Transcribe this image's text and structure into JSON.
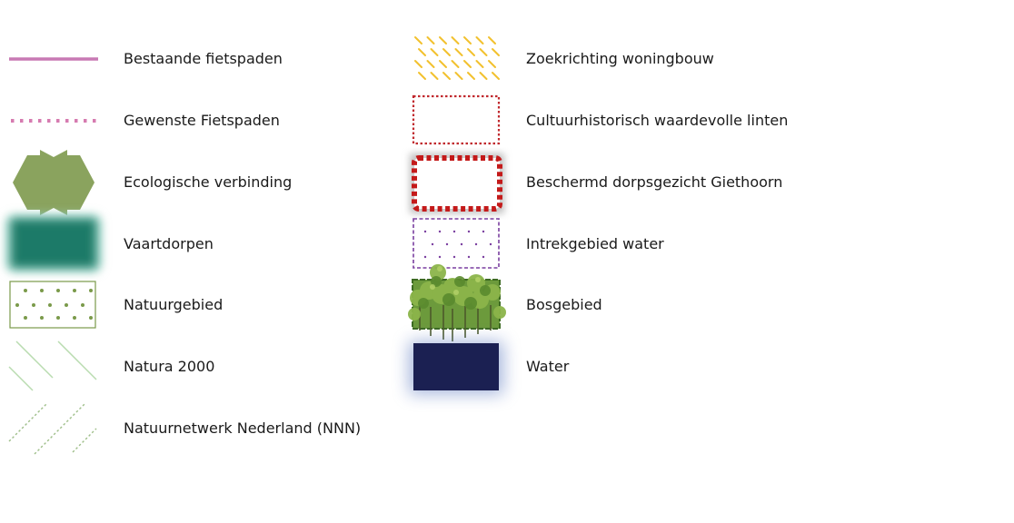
{
  "legend": {
    "left": [
      {
        "key": "bestaande_fietspaden",
        "label": "Bestaande fietspaden",
        "color": "#c879b4"
      },
      {
        "key": "gewenste_fietspaden",
        "label": "Gewenste Fietspaden",
        "color": "#d67bb0"
      },
      {
        "key": "ecologische_verbinding",
        "label": "Ecologische verbinding",
        "color": "#8aa35e"
      },
      {
        "key": "vaartdorpen",
        "label": "Vaartdorpen",
        "color": "#1e7a68"
      },
      {
        "key": "natuurgebied",
        "label": "Natuurgebied",
        "color": "#7a9a4a"
      },
      {
        "key": "natura_2000",
        "label": "Natura 2000",
        "color": "#b9dcb0"
      },
      {
        "key": "natuurnetwerk",
        "label": "Natuurnetwerk Nederland (NNN)",
        "color": "#9fbf8a"
      }
    ],
    "right": [
      {
        "key": "zoekrichting_woningbouw",
        "label": "Zoekrichting woningbouw",
        "color": "#f2c12e"
      },
      {
        "key": "cultuurhistorisch_linten",
        "label": "Cultuurhistorisch waardevolle linten",
        "color": "#c0282d"
      },
      {
        "key": "beschermd_dorpsgezicht",
        "label": "Beschermd dorpsgezicht Giethoorn",
        "color": "#c41a1a"
      },
      {
        "key": "intrekgebied_water",
        "label": "Intrekgebied water",
        "color": "#7a3fa0"
      },
      {
        "key": "bosgebied",
        "label": "Bosgebied",
        "color": "#5f8f32"
      },
      {
        "key": "water",
        "label": "Water",
        "color": "#1b2052"
      }
    ]
  }
}
